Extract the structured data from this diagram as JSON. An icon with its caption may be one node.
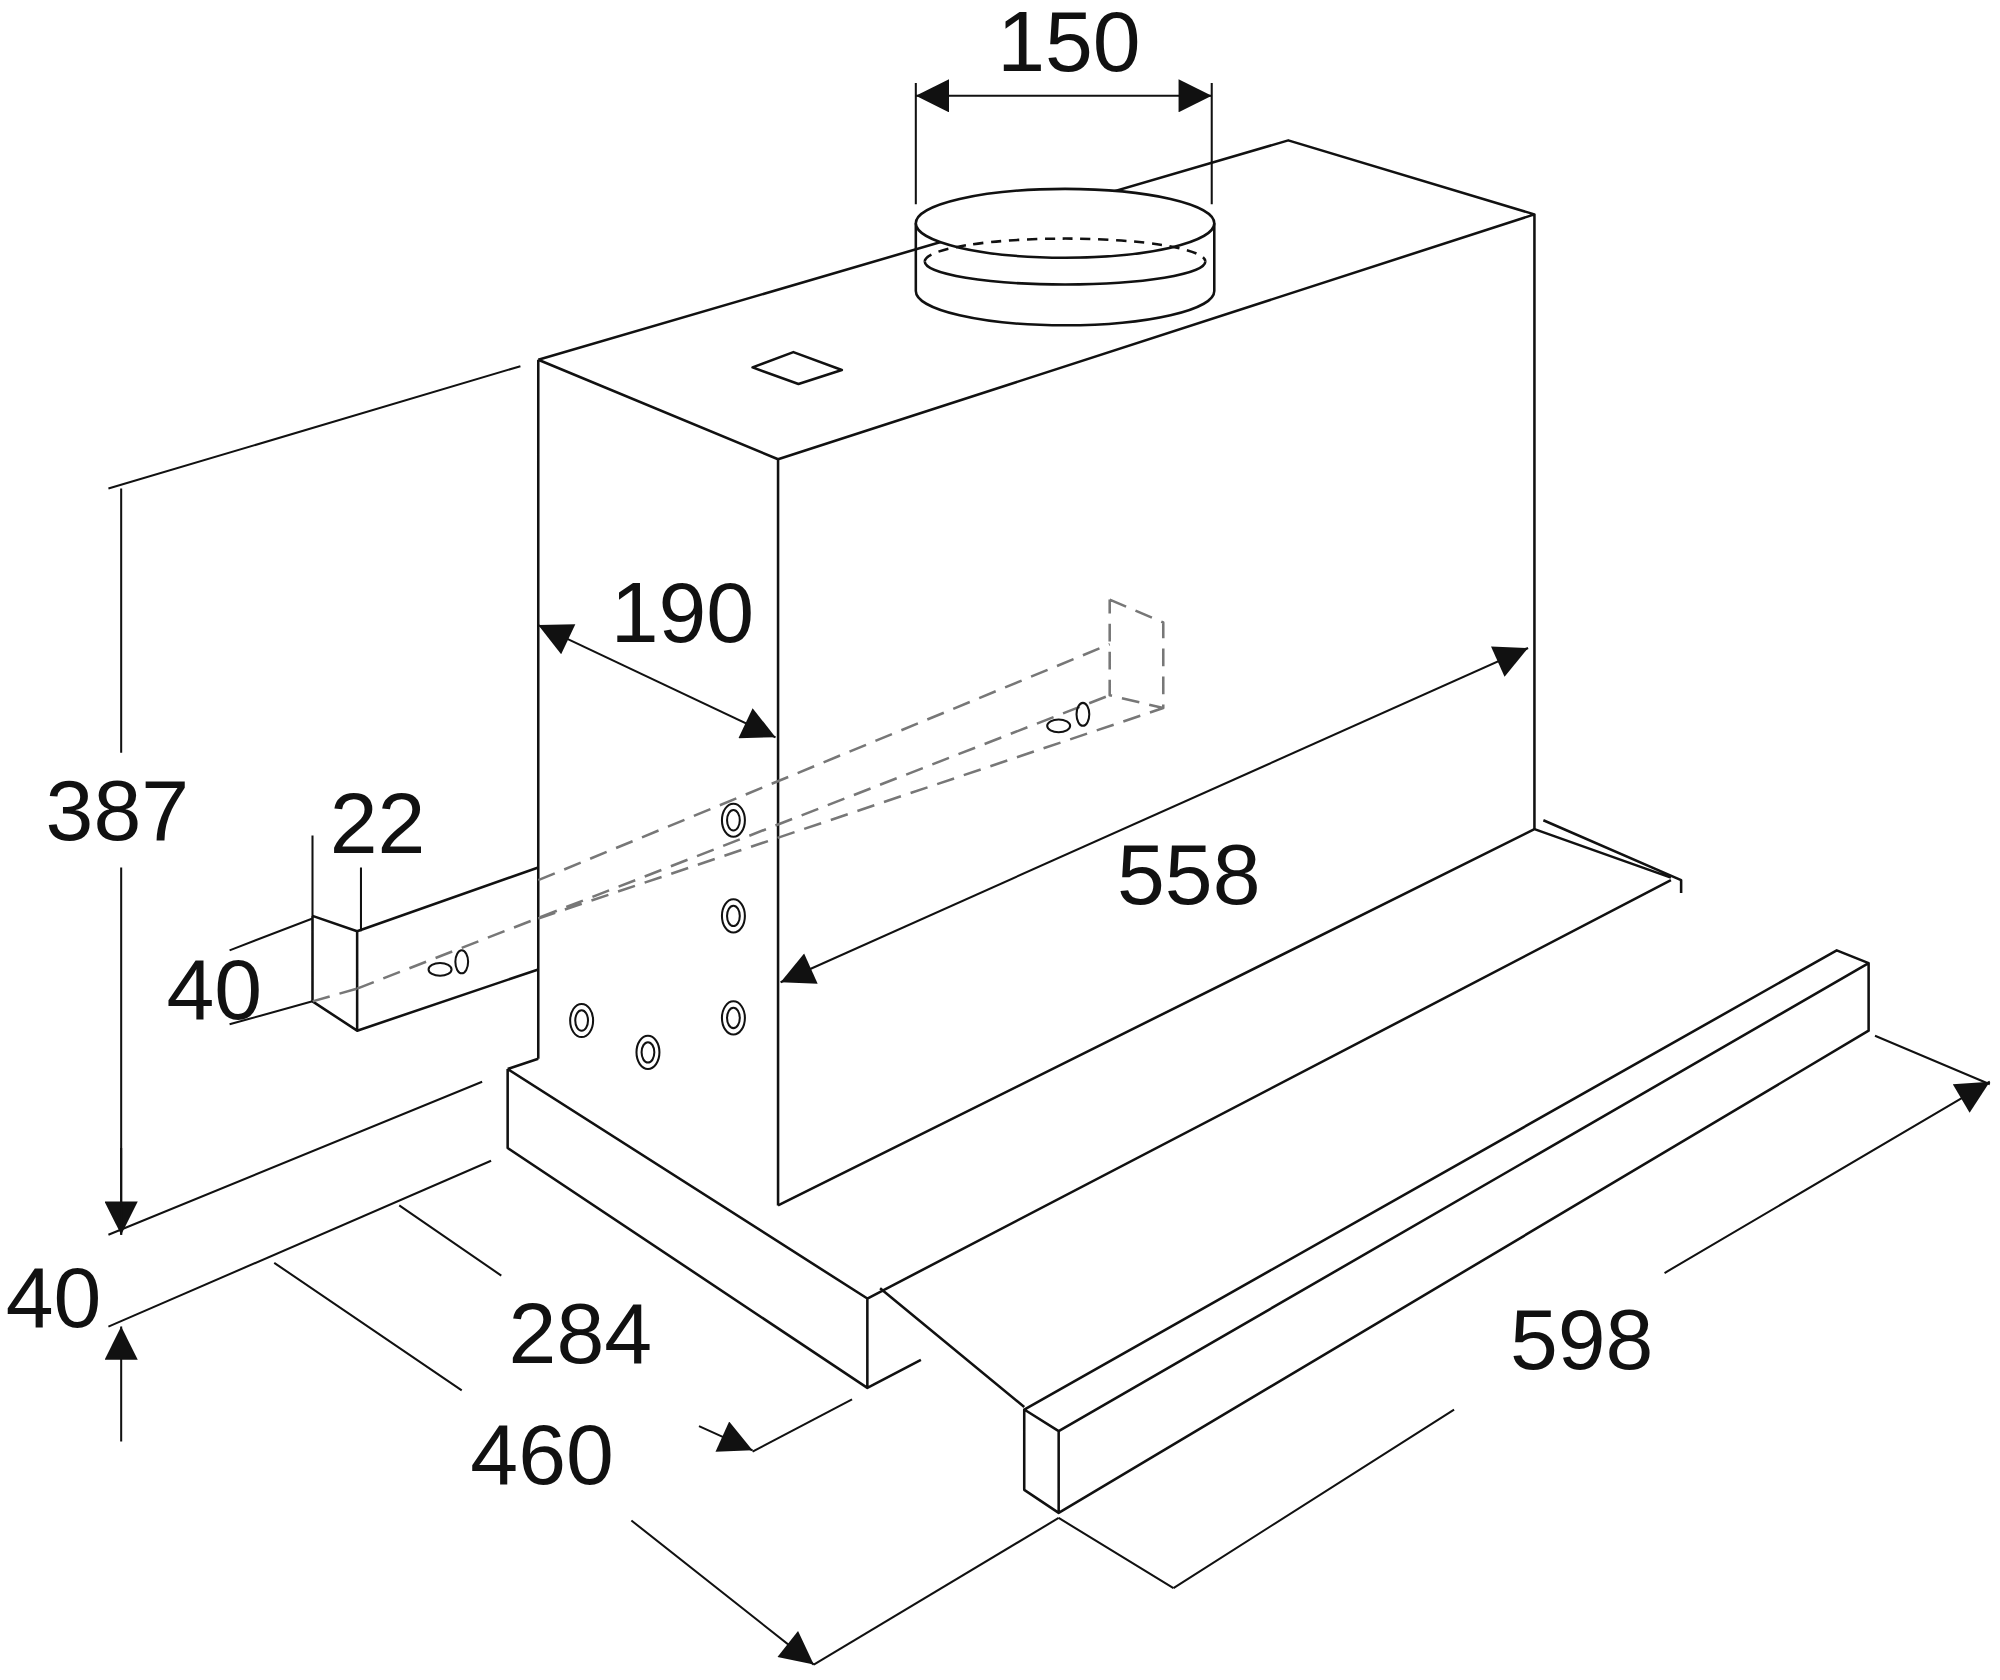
{
  "diagram": {
    "labels": [
      "150",
      "190",
      "387",
      "22",
      "558",
      "40",
      "40",
      "284",
      "598",
      "460"
    ]
  }
}
